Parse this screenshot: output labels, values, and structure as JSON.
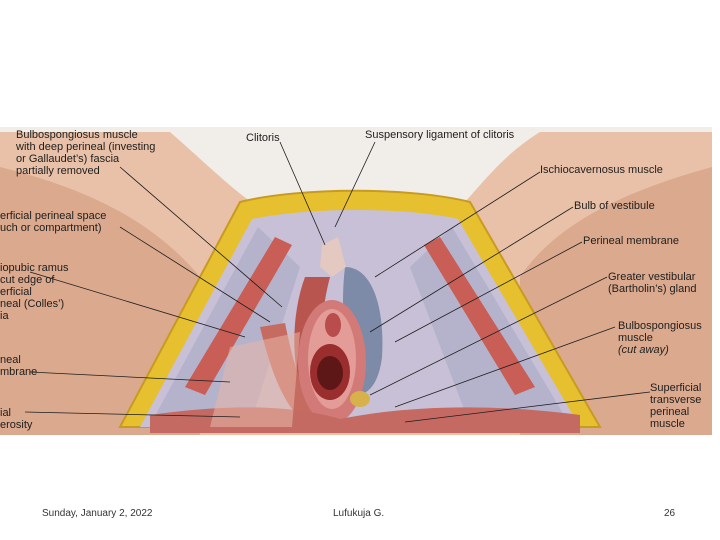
{
  "labels": {
    "bulbospongiosus_deep": [
      "Bulbospongiosus muscle",
      "with deep perineal (investing",
      "or Gallaudet’s) fascia",
      "partially removed"
    ],
    "clitoris": "Clitoris",
    "suspensory_ligament": "Suspensory ligament of clitoris",
    "ischiocavernosus": "Ischiocavernosus muscle",
    "bulb_vestibule": "Bulb of vestibule",
    "perineal_membrane_right": "Perineal membrane",
    "greater_vestibular": [
      "Greater vestibular",
      "(Bartholin’s) gland"
    ],
    "bulbospongiosus_cut": [
      "Bulbospongiosus",
      "muscle",
      "(cut away)"
    ],
    "superficial_transverse": [
      "Superficial",
      "transverse",
      "perineal",
      "muscle"
    ],
    "superficial_space": [
      "erficial perineal space",
      "uch or compartment)"
    ],
    "ischiopubic": [
      "iopubic ramus",
      "cut edge of",
      "erficial",
      "neal (Colles’)",
      "ia"
    ],
    "perineal_membrane_left": [
      "neal",
      "mbrane"
    ],
    "aponeurosis": [
      "ial",
      "erosity"
    ]
  },
  "footer": {
    "date": "Sunday, January 2, 2022",
    "author": "Lufukuja G.",
    "page": "26"
  },
  "colors": {
    "skin": "#e3b296",
    "fat": "#e8c53a",
    "muscle": "#c0625a",
    "membrane": "#b9b3cf",
    "bulb": "#7c88a6"
  }
}
